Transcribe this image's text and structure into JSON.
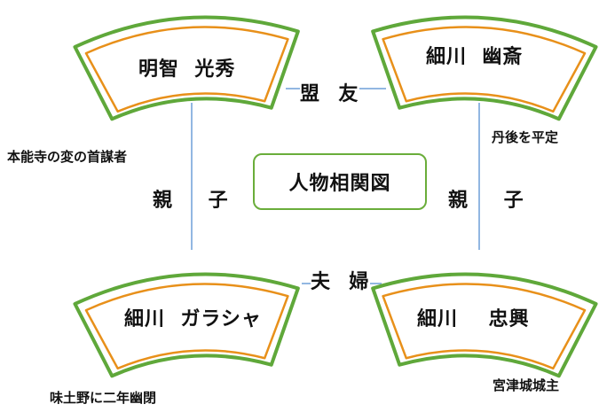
{
  "center": {
    "title": "人物相関図"
  },
  "people": {
    "mitsuhide": {
      "name": "明智  光秀"
    },
    "yusai": {
      "name": "細川  幽斎"
    },
    "gracia": {
      "name": "細川  ガラシャ"
    },
    "tadaoki": {
      "name": "細川    忠興"
    }
  },
  "relations": {
    "alliance": "盟  友",
    "parent_child_left": "親    子",
    "parent_child_right": "親    子",
    "married": "夫  婦"
  },
  "notes": {
    "mitsuhide": "本能寺の変の首謀者",
    "yusai": "丹後を平定",
    "gracia": "味土野に二年幽閉",
    "tadaoki": "宮津城城主"
  },
  "colors": {
    "fan_outline": "#5fa83a",
    "fan_inner": "#e8901a",
    "connector": "#6f9fd8",
    "center_border": "#6aad3a"
  }
}
